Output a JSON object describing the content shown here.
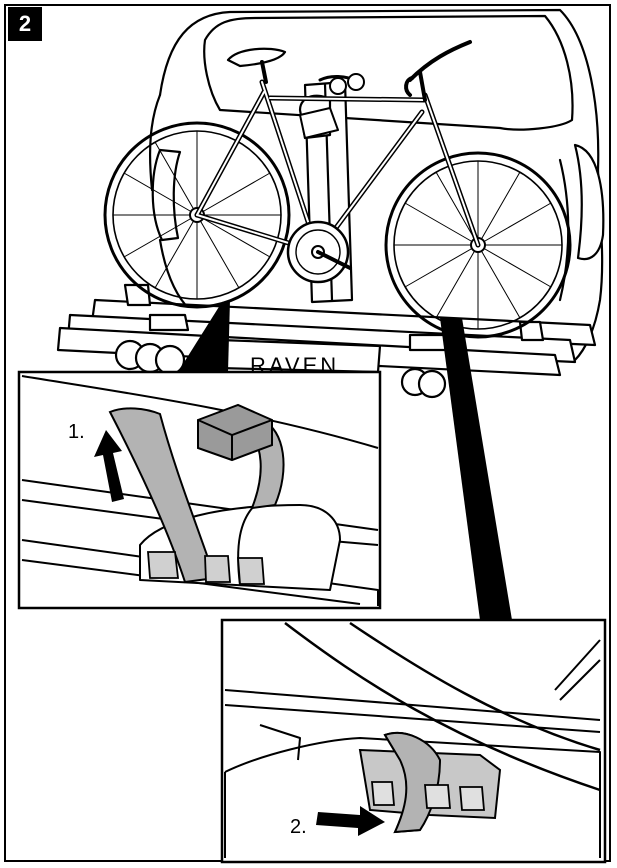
{
  "step": {
    "number": "2"
  },
  "rack": {
    "brand_text": "RAVEN"
  },
  "detail_top": {
    "callout": "1."
  },
  "detail_bottom": {
    "callout": "2."
  },
  "colors": {
    "strap": "#b3b3b3",
    "line": "#000000",
    "buckle": "#9a9a9a"
  }
}
